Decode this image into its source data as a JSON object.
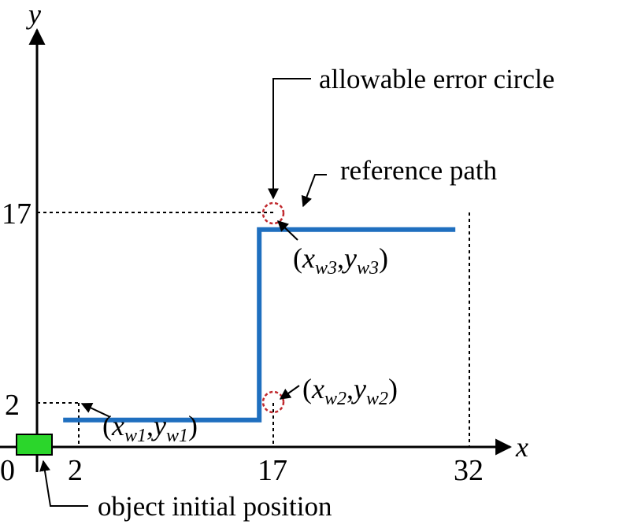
{
  "axes": {
    "x_label": "x",
    "y_label": "y",
    "x_ticks": [
      "0",
      "2",
      "17",
      "32"
    ],
    "y_ticks": [
      "2",
      "17"
    ]
  },
  "annotations": {
    "allowable_error_circle": "allowable error circle",
    "reference_path": "reference path",
    "object_initial_position": "object initial position"
  },
  "waypoints": [
    {
      "x": "x",
      "x_sub": "w1",
      "sep": ",",
      "y": "y",
      "y_sub": "w1",
      "open": "(",
      "close": ")"
    },
    {
      "x": "x",
      "x_sub": "w2",
      "sep": ",",
      "y": "y",
      "y_sub": "w2",
      "open": "(",
      "close": ")"
    },
    {
      "x": "x",
      "x_sub": "w3",
      "sep": ",",
      "y": "y",
      "y_sub": "w3",
      "open": "(",
      "close": ")"
    }
  ],
  "path_points": [
    [
      2,
      2
    ],
    [
      17,
      2
    ],
    [
      17,
      17
    ],
    [
      32,
      17
    ]
  ],
  "colors": {
    "path": "#1f6fbf",
    "error_circle": "#c0282d",
    "object": "#2bd62b"
  }
}
